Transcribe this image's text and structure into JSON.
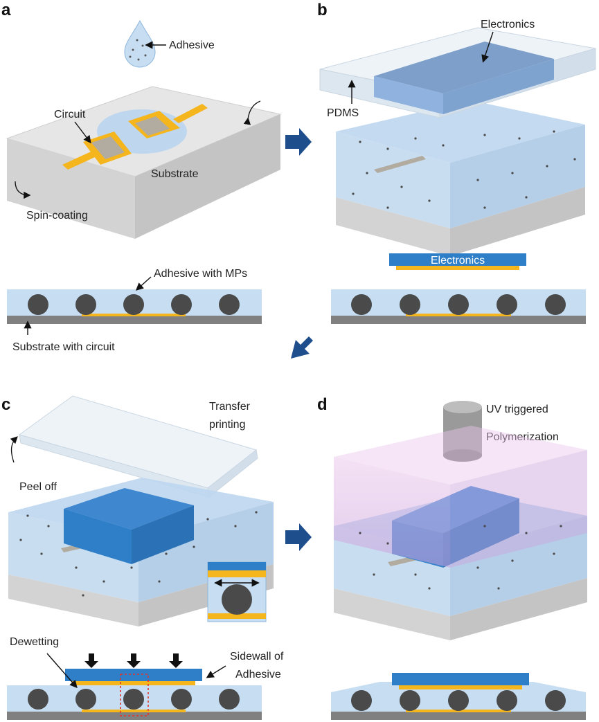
{
  "panels": {
    "a": {
      "letter": "a",
      "adhesive_label": "Adhesive",
      "circuit_label": "Circuit",
      "substrate_label": "Substrate",
      "spin_label": "Spin-coating",
      "adhesive_mps_label": "Adhesive with MPs",
      "substrate_circuit_label": "Substrate with circuit"
    },
    "b": {
      "letter": "b",
      "electronics_label": "Electronics",
      "pdms_label": "PDMS",
      "electronics_bar_label": "Electronics"
    },
    "c": {
      "letter": "c",
      "transfer_line1": "Transfer",
      "transfer_line2": "printing",
      "peel_label": "Peel off",
      "dewetting_label": "Dewetting",
      "sidewall_line1": "Sidewall of",
      "sidewall_line2": "Adhesive"
    },
    "d": {
      "letter": "d",
      "uv_line1": "UV triggered",
      "uv_line2": "Polymerization"
    }
  },
  "colors": {
    "adhesive": "#c6ddf2",
    "particle": "#4a4a4a",
    "substrate": "#808080",
    "circuit": "#f5b51d",
    "electronics": "#2f7fc8",
    "arrow": "#1f4e8c",
    "uv_light": "#d9a6d9"
  }
}
